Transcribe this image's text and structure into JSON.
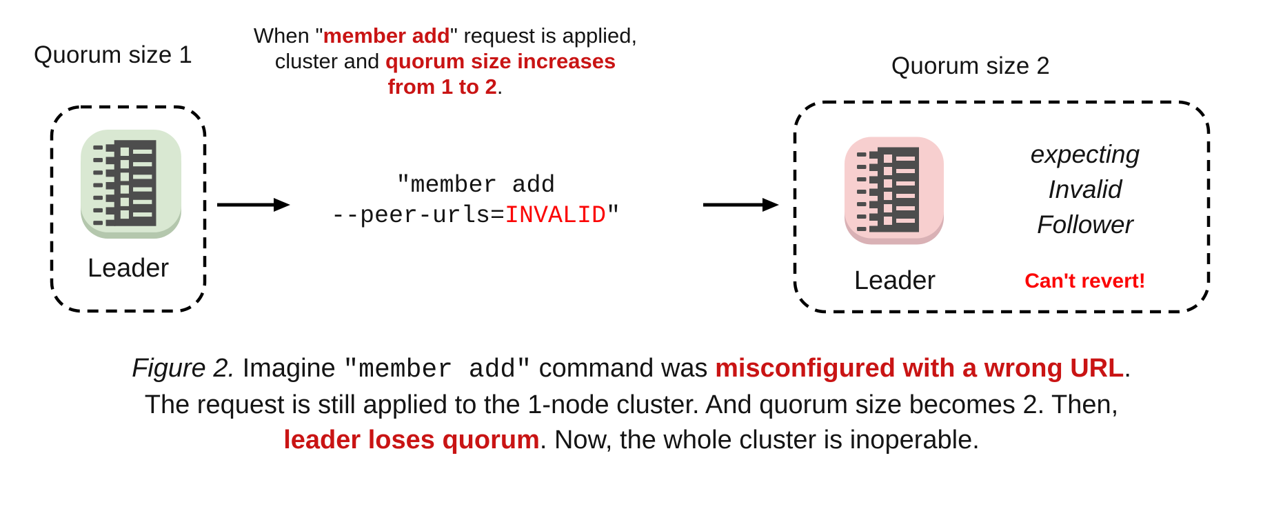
{
  "palette": {
    "ink": "#141414",
    "red_bright": "#fb0505",
    "red_dark": "#c91414",
    "green_tile": "#d9e8d2",
    "green_tile_shadow": "#b4c7ad",
    "pink_tile": "#f7cfcf",
    "pink_tile_shadow": "#d9b1b5",
    "icon_dark": "#4d4d4d"
  },
  "left_cluster": {
    "title": "Quorum size 1",
    "node_label": "Leader"
  },
  "right_cluster": {
    "title": "Quorum size 2",
    "node_label": "Leader",
    "expectation_lines": [
      "expecting",
      "Invalid",
      "Follower"
    ],
    "warning": "Can't revert!"
  },
  "top_note": {
    "lines": [
      [
        {
          "t": "When \"",
          "s": "plain"
        },
        {
          "t": "member add",
          "s": "redbold"
        },
        {
          "t": "\" request is applied,",
          "s": "plain"
        }
      ],
      [
        {
          "t": "cluster and ",
          "s": "plain"
        },
        {
          "t": "quorum size increases",
          "s": "redbold"
        }
      ],
      [
        {
          "t": "from 1 to 2",
          "s": "redbold"
        },
        {
          "t": ".",
          "s": "plain"
        }
      ]
    ]
  },
  "command": {
    "lines": [
      [
        {
          "t": "\"member add",
          "s": "mono"
        }
      ],
      [
        {
          "t": "--peer-urls=",
          "s": "mono"
        },
        {
          "t": "INVALID",
          "s": "mono-red"
        },
        {
          "t": "\"",
          "s": "mono"
        }
      ]
    ]
  },
  "caption": {
    "lines": [
      [
        {
          "t": "Figure 2.",
          "s": "italic"
        },
        {
          "t": " Imagine ",
          "s": "plain"
        },
        {
          "t": "\"member add\"",
          "s": "mono"
        },
        {
          "t": " command was ",
          "s": "plain"
        },
        {
          "t": "misconfigured with a wrong URL",
          "s": "redbold"
        },
        {
          "t": ".",
          "s": "plain"
        }
      ],
      [
        {
          "t": "The request is still applied to the 1-node cluster. And quorum size becomes 2. Then,",
          "s": "plain"
        }
      ],
      [
        {
          "t": "leader loses quorum",
          "s": "redbold"
        },
        {
          "t": ". Now, the whole cluster is inoperable.",
          "s": "plain"
        }
      ]
    ]
  }
}
